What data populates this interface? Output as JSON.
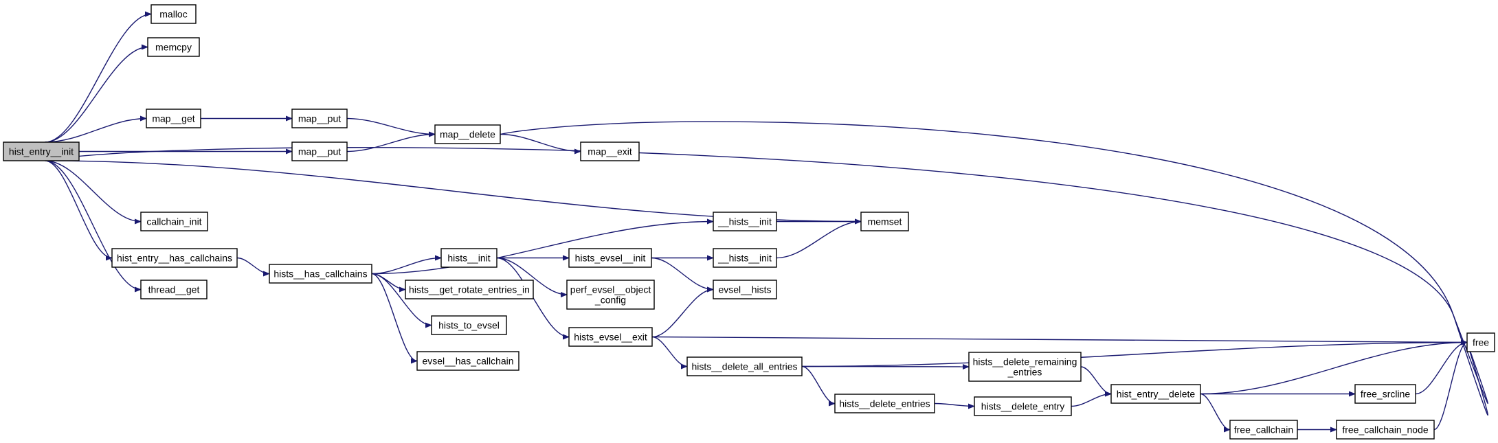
{
  "graph": {
    "edge_color": "#191970",
    "root_fill": "#bfbfbf",
    "node_fill": "#ffffff",
    "nodes": [
      {
        "id": "hist_entry_init",
        "label": [
          "hist_entry__init"
        ],
        "root": true
      },
      {
        "id": "malloc",
        "label": [
          "malloc"
        ]
      },
      {
        "id": "memcpy",
        "label": [
          "memcpy"
        ]
      },
      {
        "id": "map_get",
        "label": [
          "map__get"
        ]
      },
      {
        "id": "map_put_1",
        "label": [
          "map__put"
        ]
      },
      {
        "id": "map_put_2",
        "label": [
          "map__put"
        ]
      },
      {
        "id": "map_delete",
        "label": [
          "map__delete"
        ]
      },
      {
        "id": "map_exit",
        "label": [
          "map__exit"
        ]
      },
      {
        "id": "callchain_init",
        "label": [
          "callchain_init"
        ]
      },
      {
        "id": "hist_entry_has_callchains",
        "label": [
          "hist_entry__has_callchains"
        ]
      },
      {
        "id": "thread_get",
        "label": [
          "thread__get"
        ]
      },
      {
        "id": "hists_has_callchains",
        "label": [
          "hists__has_callchains"
        ]
      },
      {
        "id": "hists_init",
        "label": [
          "hists__init"
        ]
      },
      {
        "id": "hists_get_rotate",
        "label": [
          "hists__get_rotate_entries_in"
        ]
      },
      {
        "id": "hists_to_evsel",
        "label": [
          "hists_to_evsel"
        ]
      },
      {
        "id": "evsel_has_callchain",
        "label": [
          "evsel__has_callchain"
        ]
      },
      {
        "id": "__hists_init_1",
        "label": [
          "__hists__init"
        ]
      },
      {
        "id": "__hists_init_2",
        "label": [
          "__hists__init"
        ]
      },
      {
        "id": "hists_evsel_init",
        "label": [
          "hists_evsel__init"
        ]
      },
      {
        "id": "perf_evsel_object_config",
        "label": [
          "perf_evsel__object",
          "_config"
        ]
      },
      {
        "id": "hists_evsel_exit",
        "label": [
          "hists_evsel__exit"
        ]
      },
      {
        "id": "evsel_hists",
        "label": [
          "evsel__hists"
        ]
      },
      {
        "id": "memset",
        "label": [
          "memset"
        ]
      },
      {
        "id": "hists_delete_all_entries",
        "label": [
          "hists__delete_all_entries"
        ]
      },
      {
        "id": "hists_delete_entries",
        "label": [
          "hists__delete_entries"
        ]
      },
      {
        "id": "hists_delete_remaining_entries",
        "label": [
          "hists__delete_remaining",
          "_entries"
        ]
      },
      {
        "id": "hists_delete_entry",
        "label": [
          "hists__delete_entry"
        ]
      },
      {
        "id": "hist_entry_delete",
        "label": [
          "hist_entry__delete"
        ]
      },
      {
        "id": "free_srcline",
        "label": [
          "free_srcline"
        ]
      },
      {
        "id": "free_callchain",
        "label": [
          "free_callchain"
        ]
      },
      {
        "id": "free_callchain_node",
        "label": [
          "free_callchain_node"
        ]
      },
      {
        "id": "free",
        "label": [
          "free"
        ]
      }
    ],
    "edges": [
      [
        "hist_entry_init",
        "malloc"
      ],
      [
        "hist_entry_init",
        "memcpy"
      ],
      [
        "hist_entry_init",
        "free"
      ],
      [
        "hist_entry_init",
        "map_get"
      ],
      [
        "hist_entry_init",
        "map_put_2"
      ],
      [
        "hist_entry_init",
        "memset"
      ],
      [
        "hist_entry_init",
        "callchain_init"
      ],
      [
        "hist_entry_init",
        "hist_entry_has_callchains"
      ],
      [
        "hist_entry_init",
        "thread_get"
      ],
      [
        "map_get",
        "map_put_1"
      ],
      [
        "map_put_1",
        "map_delete"
      ],
      [
        "map_put_2",
        "map_delete"
      ],
      [
        "map_delete",
        "free"
      ],
      [
        "map_delete",
        "map_exit"
      ],
      [
        "hist_entry_has_callchains",
        "hists_has_callchains"
      ],
      [
        "hists_has_callchains",
        "__hists_init_1"
      ],
      [
        "hists_has_callchains",
        "hists_init"
      ],
      [
        "hists_has_callchains",
        "hists_get_rotate"
      ],
      [
        "hists_has_callchains",
        "hists_to_evsel"
      ],
      [
        "hists_has_callchains",
        "evsel_has_callchain"
      ],
      [
        "__hists_init_1",
        "memset"
      ],
      [
        "hists_init",
        "hists_evsel_init"
      ],
      [
        "hists_init",
        "perf_evsel_object_config"
      ],
      [
        "hists_init",
        "hists_evsel_exit"
      ],
      [
        "hists_evsel_init",
        "__hists_init_2"
      ],
      [
        "hists_evsel_init",
        "evsel_hists"
      ],
      [
        "__hists_init_2",
        "memset"
      ],
      [
        "hists_evsel_exit",
        "evsel_hists"
      ],
      [
        "hists_evsel_exit",
        "free"
      ],
      [
        "hists_evsel_exit",
        "hists_delete_all_entries"
      ],
      [
        "hists_delete_all_entries",
        "hists_delete_remaining_entries"
      ],
      [
        "hists_delete_all_entries",
        "hists_delete_entries"
      ],
      [
        "hists_delete_all_entries",
        "free"
      ],
      [
        "hists_delete_remaining_entries",
        "hist_entry_delete"
      ],
      [
        "hists_delete_entries",
        "hists_delete_entry"
      ],
      [
        "hists_delete_entry",
        "hist_entry_delete"
      ],
      [
        "hist_entry_delete",
        "free"
      ],
      [
        "hist_entry_delete",
        "free_srcline"
      ],
      [
        "hist_entry_delete",
        "free_callchain"
      ],
      [
        "free_srcline",
        "free"
      ],
      [
        "free_callchain",
        "free_callchain_node"
      ],
      [
        "free_callchain_node",
        "free"
      ]
    ]
  }
}
